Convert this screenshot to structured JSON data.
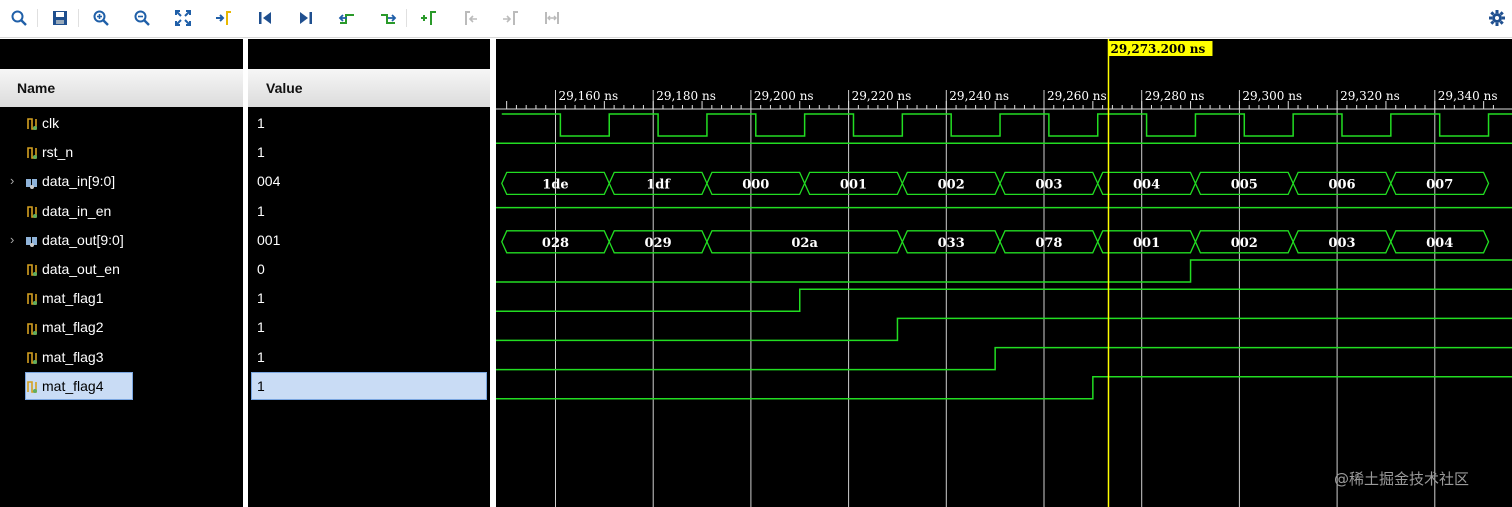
{
  "toolbar": {
    "buttons": [
      {
        "name": "search-icon",
        "enabled": true
      },
      {
        "name": "save-icon",
        "enabled": true
      },
      {
        "name": "zoom-in-icon",
        "enabled": true
      },
      {
        "name": "zoom-out-icon",
        "enabled": true
      },
      {
        "name": "zoom-fit-icon",
        "enabled": true
      },
      {
        "name": "go-to-cursor-icon",
        "enabled": true
      },
      {
        "name": "go-to-start-icon",
        "enabled": true
      },
      {
        "name": "go-to-end-icon",
        "enabled": true
      },
      {
        "name": "previous-transition-icon",
        "enabled": true
      },
      {
        "name": "next-transition-icon",
        "enabled": true
      },
      {
        "name": "add-marker-icon",
        "enabled": true
      },
      {
        "name": "previous-marker-icon",
        "enabled": false
      },
      {
        "name": "next-marker-icon",
        "enabled": false
      },
      {
        "name": "swap-cursors-icon",
        "enabled": false
      }
    ],
    "settings_icon": "gear-icon"
  },
  "headers": {
    "name": "Name",
    "value": "Value"
  },
  "signals": [
    {
      "name": "clk",
      "value": "1",
      "bus": false
    },
    {
      "name": "rst_n",
      "value": "1",
      "bus": false
    },
    {
      "name": "data_in[9:0]",
      "value": "004",
      "bus": true
    },
    {
      "name": "data_in_en",
      "value": "1",
      "bus": false
    },
    {
      "name": "data_out[9:0]",
      "value": "001",
      "bus": true
    },
    {
      "name": "data_out_en",
      "value": "0",
      "bus": false
    },
    {
      "name": "mat_flag1",
      "value": "1",
      "bus": false
    },
    {
      "name": "mat_flag2",
      "value": "1",
      "bus": false
    },
    {
      "name": "mat_flag3",
      "value": "1",
      "bus": false
    },
    {
      "name": "mat_flag4",
      "value": "1",
      "bus": false,
      "selected": true
    }
  ],
  "cursor": {
    "label": "29,273.200 ns",
    "time": 29273.2
  },
  "time_axis": {
    "start": 29149,
    "ns_per_major": 20,
    "labels": [
      "29,160 ns",
      "29,180 ns",
      "29,200 ns",
      "29,220 ns",
      "29,240 ns",
      "29,260 ns",
      "29,280 ns",
      "29,300 ns",
      "29,320 ns",
      "29,340 ns"
    ]
  },
  "waves": {
    "clk_period": 20,
    "data_in": [
      {
        "t0": 29149,
        "t1": 29171,
        "v": "1de"
      },
      {
        "t0": 29171,
        "t1": 29191,
        "v": "1df"
      },
      {
        "t0": 29191,
        "t1": 29211,
        "v": "000"
      },
      {
        "t0": 29211,
        "t1": 29231,
        "v": "001"
      },
      {
        "t0": 29231,
        "t1": 29251,
        "v": "002"
      },
      {
        "t0": 29251,
        "t1": 29271,
        "v": "003"
      },
      {
        "t0": 29271,
        "t1": 29291,
        "v": "004"
      },
      {
        "t0": 29291,
        "t1": 29311,
        "v": "005"
      },
      {
        "t0": 29311,
        "t1": 29331,
        "v": "006"
      },
      {
        "t0": 29331,
        "t1": 29351,
        "v": "007"
      }
    ],
    "data_out": [
      {
        "t0": 29149,
        "t1": 29171,
        "v": "028"
      },
      {
        "t0": 29171,
        "t1": 29191,
        "v": "029"
      },
      {
        "t0": 29191,
        "t1": 29231,
        "v": "02a"
      },
      {
        "t0": 29231,
        "t1": 29251,
        "v": "033"
      },
      {
        "t0": 29251,
        "t1": 29271,
        "v": "078"
      },
      {
        "t0": 29271,
        "t1": 29291,
        "v": "001"
      },
      {
        "t0": 29291,
        "t1": 29311,
        "v": "002"
      },
      {
        "t0": 29311,
        "t1": 29331,
        "v": "003"
      },
      {
        "t0": 29331,
        "t1": 29351,
        "v": "004"
      }
    ],
    "data_out_en_rise": 29290,
    "flag_rises": [
      29210,
      29230,
      29250,
      29270
    ]
  },
  "watermark": "@稀土掘金技术社区",
  "colors": {
    "wave": "#22dd22",
    "cursor": "#ffff00",
    "grid": "#ffffff"
  }
}
